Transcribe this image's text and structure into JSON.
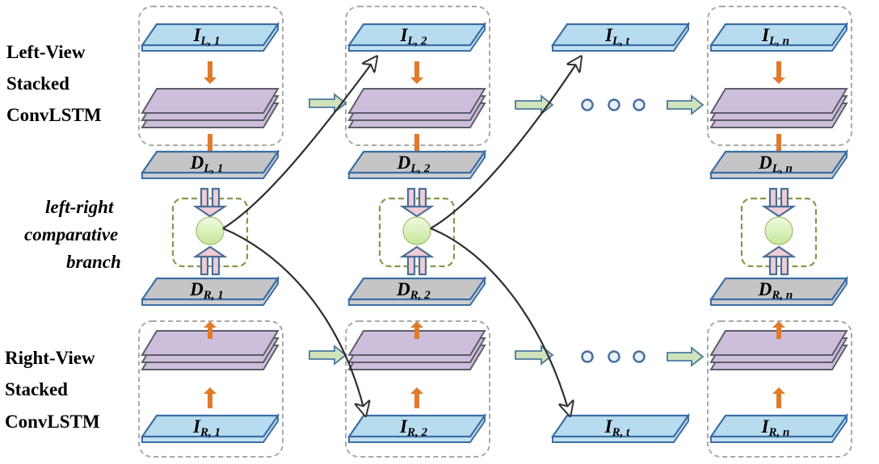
{
  "side_labels": {
    "left": [
      "Left-View",
      "Stacked",
      "ConvLSTM"
    ],
    "right": [
      "Right-View",
      "Stacked",
      "ConvLSTM"
    ],
    "branch": [
      "left-right",
      "comparative",
      "branch"
    ]
  },
  "input_plates": {
    "left": [
      {
        "main": "I",
        "sub": "L, 1"
      },
      {
        "main": "I",
        "sub": "L, 2"
      },
      {
        "main": "I",
        "sub": "L, t"
      },
      {
        "main": "I",
        "sub": "L, n"
      }
    ],
    "right": [
      {
        "main": "I",
        "sub": "R, 1"
      },
      {
        "main": "I",
        "sub": "R, 2"
      },
      {
        "main": "I",
        "sub": "R, t"
      },
      {
        "main": "I",
        "sub": "R, n"
      }
    ]
  },
  "depth_plates": {
    "left": [
      {
        "main": "D",
        "sub": "L, 1"
      },
      {
        "main": "D",
        "sub": "L, 2"
      },
      {
        "main": "D",
        "sub": "L, n"
      }
    ],
    "right": [
      {
        "main": "D",
        "sub": "R, 1"
      },
      {
        "main": "D",
        "sub": "R, 2"
      },
      {
        "main": "D",
        "sub": "R, n"
      }
    ]
  },
  "colors": {
    "input_plate": "#b7dcef",
    "depth_plate": "#c5c5c8",
    "conv_layer": "#cdbedb",
    "plate_edge": "#3b6ea5",
    "conv_edge": "#5d5d6b",
    "orange_arrow": "#e07b2b",
    "green_arrow": "#cfe3bc",
    "pink_arrow": "#f0cdd7",
    "dashed_box": "#a9a9a9",
    "branch_box": "#7f9a4b",
    "node": "#d8f0b4"
  }
}
